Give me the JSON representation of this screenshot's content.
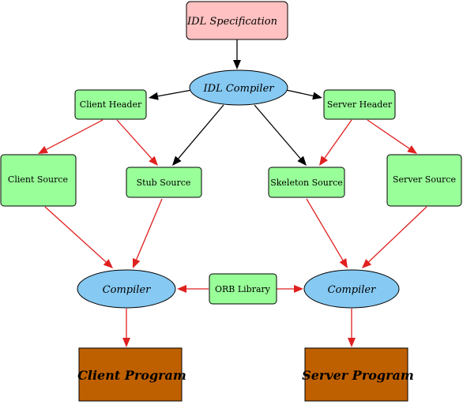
{
  "diagram": {
    "nodes": {
      "idl_spec": "IDL Specification",
      "idl_compiler": "IDL Compiler",
      "client_header": "Client Header",
      "server_header": "Server Header",
      "client_source": "Client Source",
      "stub_source": "Stub Source",
      "skeleton_source": "Skeleton Source",
      "server_source": "Server Source",
      "compiler_left": "Compiler",
      "orb_library": "ORB Library",
      "compiler_right": "Compiler",
      "client_program": "Client Program",
      "server_program": "Server Program"
    },
    "colors": {
      "spec_fill": "#ffc1c1",
      "source_fill": "#99ff99",
      "compiler_fill": "#86c9f2",
      "program_fill": "#bf6000",
      "black_edge": "#000000",
      "red_edge": "#e02020"
    },
    "edges": [
      {
        "from": "idl_spec",
        "to": "idl_compiler",
        "color": "black"
      },
      {
        "from": "idl_compiler",
        "to": "client_header",
        "color": "black"
      },
      {
        "from": "idl_compiler",
        "to": "server_header",
        "color": "black"
      },
      {
        "from": "idl_compiler",
        "to": "stub_source",
        "color": "black"
      },
      {
        "from": "idl_compiler",
        "to": "skeleton_source",
        "color": "black"
      },
      {
        "from": "client_header",
        "to": "client_source",
        "color": "red"
      },
      {
        "from": "client_header",
        "to": "stub_source",
        "color": "red"
      },
      {
        "from": "server_header",
        "to": "skeleton_source",
        "color": "red"
      },
      {
        "from": "server_header",
        "to": "server_source",
        "color": "red"
      },
      {
        "from": "client_source",
        "to": "compiler_left",
        "color": "red"
      },
      {
        "from": "stub_source",
        "to": "compiler_left",
        "color": "red"
      },
      {
        "from": "skeleton_source",
        "to": "compiler_right",
        "color": "red"
      },
      {
        "from": "server_source",
        "to": "compiler_right",
        "color": "red"
      },
      {
        "from": "orb_library",
        "to": "compiler_left",
        "color": "red"
      },
      {
        "from": "orb_library",
        "to": "compiler_right",
        "color": "red"
      },
      {
        "from": "compiler_left",
        "to": "client_program",
        "color": "red"
      },
      {
        "from": "compiler_right",
        "to": "server_program",
        "color": "red"
      }
    ]
  }
}
